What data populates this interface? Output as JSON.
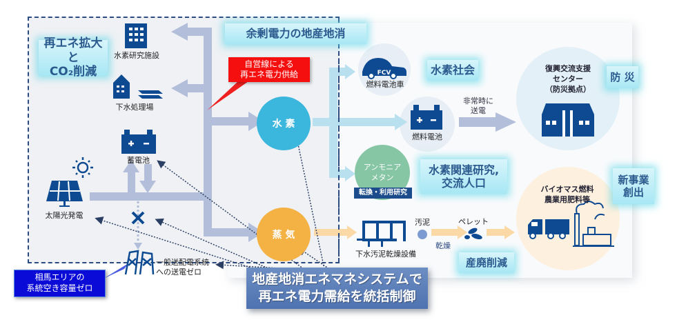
{
  "left_area": {
    "goal_label": "再エネ拡大と\nCO₂削減",
    "facilities": {
      "hydrogen_research": "水素研究施設",
      "sewage_plant": "下水処理場",
      "storage_battery": "蓄電池",
      "solar_power": "太陽光発電",
      "grid_transmission": "一般送配電系統\nへの送電ゼロ"
    },
    "callout_red": "自営線による\n再エネ電力供給",
    "callout_blue": "相馬エリアの\n系統空き容量ゼロ"
  },
  "center": {
    "header_label": "余剰電力の地産地消",
    "hydrogen_node": "水 素",
    "steam_node": "蒸 気",
    "system_box": "地産地消エネマネシステムで\n再エネ電力需給を統括制御"
  },
  "right_area": {
    "fcv_icon_text": "FCV",
    "fcv_label": "燃料電池車",
    "hydrogen_society": "水素社会",
    "fuel_cell_label": "燃料電池",
    "emergency_label": "非常時に\n送電",
    "reconstruction_center": "復興交流支援\nセンター\n（防災拠点）",
    "disaster_prevention": "防 災",
    "ammonia_node": "アンモニア\nメタン",
    "conversion_tag": "転換・利用研究",
    "research_exchange": "水素関連研究,\n交流人口",
    "biomass_label": "バイオマス燃料\n農業用肥料等",
    "new_business": "新事業\n創出",
    "dryer_label": "下水汚泥乾燥設備",
    "sludge_label": "汚泥",
    "drying_label": "乾燥",
    "pellet_label": "ペレット",
    "waste_reduction": "産廃削減"
  },
  "colors": {
    "icon_blue": "#0d4a92",
    "hydrogen": "#3bb6dd",
    "steam": "#f4b144",
    "ammonia": "#86c6a4",
    "flow_purple": "#b3bedb",
    "flow_cyan": "#b9e0ef",
    "flow_orange": "#fbd9a7",
    "callout_red": "#f50f0f",
    "callout_blue": "#0b0bd8"
  }
}
